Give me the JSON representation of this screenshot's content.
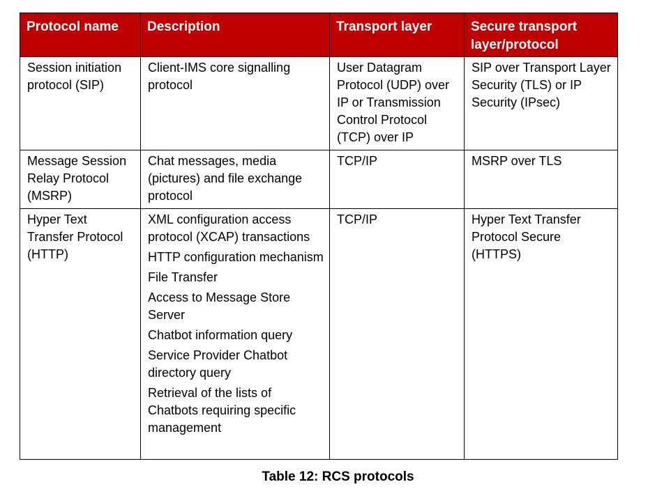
{
  "table": {
    "headers": [
      "Protocol name",
      "Description",
      "Transport layer",
      "Secure transport layer/protocol"
    ],
    "rows": [
      {
        "protocol": "Session initiation protocol (SIP)",
        "description": [
          "Client-IMS core signalling protocol"
        ],
        "transport": "User Datagram Protocol (UDP) over IP or Transmission Control Protocol (TCP) over IP",
        "secure": "SIP over Transport Layer Security (TLS) or IP Security (IPsec)"
      },
      {
        "protocol": "Message Session Relay Protocol (MSRP)",
        "description": [
          "Chat messages, media (pictures) and file exchange protocol"
        ],
        "transport": "TCP/IP",
        "secure": "MSRP over TLS"
      },
      {
        "protocol": "Hyper Text Transfer Protocol (HTTP)",
        "description": [
          "XML configuration access protocol (XCAP) transactions",
          "HTTP configuration mechanism",
          "File Transfer",
          "Access to Message Store Server",
          "Chatbot information query",
          "Service Provider Chatbot directory query",
          "Retrieval of the lists of Chatbots requiring specific management"
        ],
        "transport": "TCP/IP",
        "secure": "Hyper Text Transfer Protocol Secure (HTTPS)"
      }
    ]
  },
  "caption": "Table 12: RCS protocols",
  "colors": {
    "header_bg": "#c00000",
    "header_text": "#ffffff",
    "border": "#000000"
  }
}
